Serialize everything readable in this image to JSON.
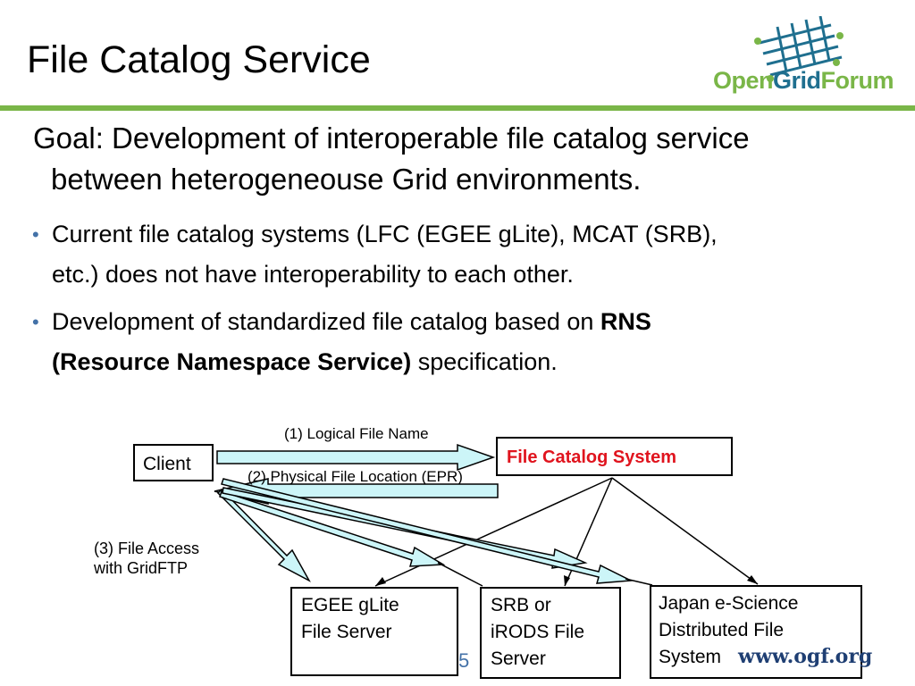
{
  "slide": {
    "title": "File Catalog Service",
    "goal_line1": "Goal: Development of interoperable file catalog service",
    "goal_line2": "between heterogeneouse Grid environments.",
    "bullets": [
      {
        "line1": "Current file catalog systems (LFC (EGEE gLite), MCAT (SRB),",
        "line2": "etc.) does not have interoperability to each other."
      },
      {
        "pre": "Development of standardized file catalog based on ",
        "bold1": "RNS",
        "bold2": "(Resource Namespace Service)",
        "post": " specification."
      }
    ],
    "page_number": "5"
  },
  "logo": {
    "word_open": "Open",
    "word_grid": "Grid",
    "word_forum": "Forum",
    "url": "www.ogf.org",
    "colors": {
      "green": "#7ab648",
      "blue": "#1f6f8f",
      "navy": "#1f3f73"
    }
  },
  "diagram": {
    "client": "Client",
    "catalog_system": "File Catalog System",
    "arrow_logical": "(1) Logical File Name",
    "arrow_physical": "(2) Physical File Location (EPR)",
    "access_line1": "(3) File Access",
    "access_line2": "with GridFTP",
    "servers": [
      {
        "line1": "EGEE gLite",
        "line2": "File Server",
        "line3": ""
      },
      {
        "line1": "SRB or",
        "line2": "iRODS File",
        "line3": "Server"
      },
      {
        "line1": "Japan e-Science",
        "line2": "Distributed File",
        "line3": "System"
      }
    ],
    "colors": {
      "catalog_text": "#e0141e",
      "arrow_fill": "#ccf5f8",
      "accent_rule": "#7ab648",
      "bullet": "#4472a8"
    }
  }
}
